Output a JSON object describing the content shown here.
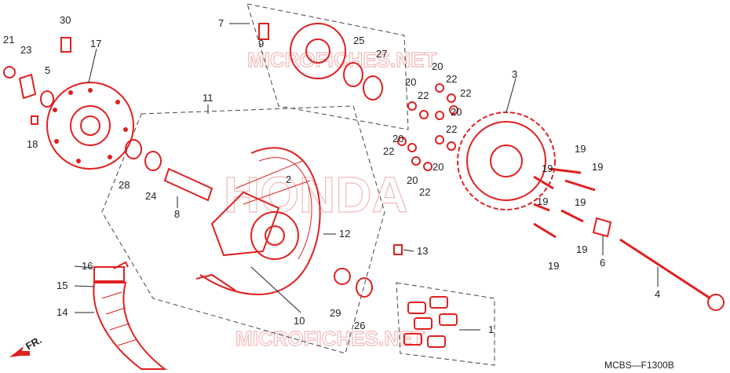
{
  "watermark_top": "MICROFICHES.NET",
  "watermark_bottom": "MICROFICHES.NET",
  "watermark_brand": "HONDA",
  "diagram_code": "MCBS—F1300B",
  "direction_label": "FR.",
  "callouts": [
    {
      "id": "1",
      "text": "1"
    },
    {
      "id": "2",
      "text": "2"
    },
    {
      "id": "3",
      "text": "3"
    },
    {
      "id": "4",
      "text": "4"
    },
    {
      "id": "5",
      "text": "5"
    },
    {
      "id": "6",
      "text": "6"
    },
    {
      "id": "7",
      "text": "7"
    },
    {
      "id": "8",
      "text": "8"
    },
    {
      "id": "9",
      "text": "9"
    },
    {
      "id": "10",
      "text": "10"
    },
    {
      "id": "11",
      "text": "11"
    },
    {
      "id": "12",
      "text": "12"
    },
    {
      "id": "13",
      "text": "13"
    },
    {
      "id": "14",
      "text": "14"
    },
    {
      "id": "15",
      "text": "15"
    },
    {
      "id": "16",
      "text": "16"
    },
    {
      "id": "17",
      "text": "17"
    },
    {
      "id": "18",
      "text": "18"
    },
    {
      "id": "19a",
      "text": "19"
    },
    {
      "id": "19b",
      "text": "19"
    },
    {
      "id": "19c",
      "text": "19"
    },
    {
      "id": "19d",
      "text": "19"
    },
    {
      "id": "19e",
      "text": "19"
    },
    {
      "id": "19f",
      "text": "19"
    },
    {
      "id": "19g",
      "text": "19"
    },
    {
      "id": "20a",
      "text": "20"
    },
    {
      "id": "20b",
      "text": "20"
    },
    {
      "id": "20c",
      "text": "20"
    },
    {
      "id": "20d",
      "text": "20"
    },
    {
      "id": "20e",
      "text": "20"
    },
    {
      "id": "20f",
      "text": "20"
    },
    {
      "id": "21",
      "text": "21"
    },
    {
      "id": "22a",
      "text": "22"
    },
    {
      "id": "22b",
      "text": "22"
    },
    {
      "id": "22c",
      "text": "22"
    },
    {
      "id": "22d",
      "text": "22"
    },
    {
      "id": "22e",
      "text": "22"
    },
    {
      "id": "22f",
      "text": "22"
    },
    {
      "id": "23",
      "text": "23"
    },
    {
      "id": "24",
      "text": "24"
    },
    {
      "id": "25",
      "text": "25"
    },
    {
      "id": "26",
      "text": "26"
    },
    {
      "id": "27",
      "text": "27"
    },
    {
      "id": "28",
      "text": "28"
    },
    {
      "id": "29",
      "text": "29"
    },
    {
      "id": "30",
      "text": "30"
    }
  ]
}
